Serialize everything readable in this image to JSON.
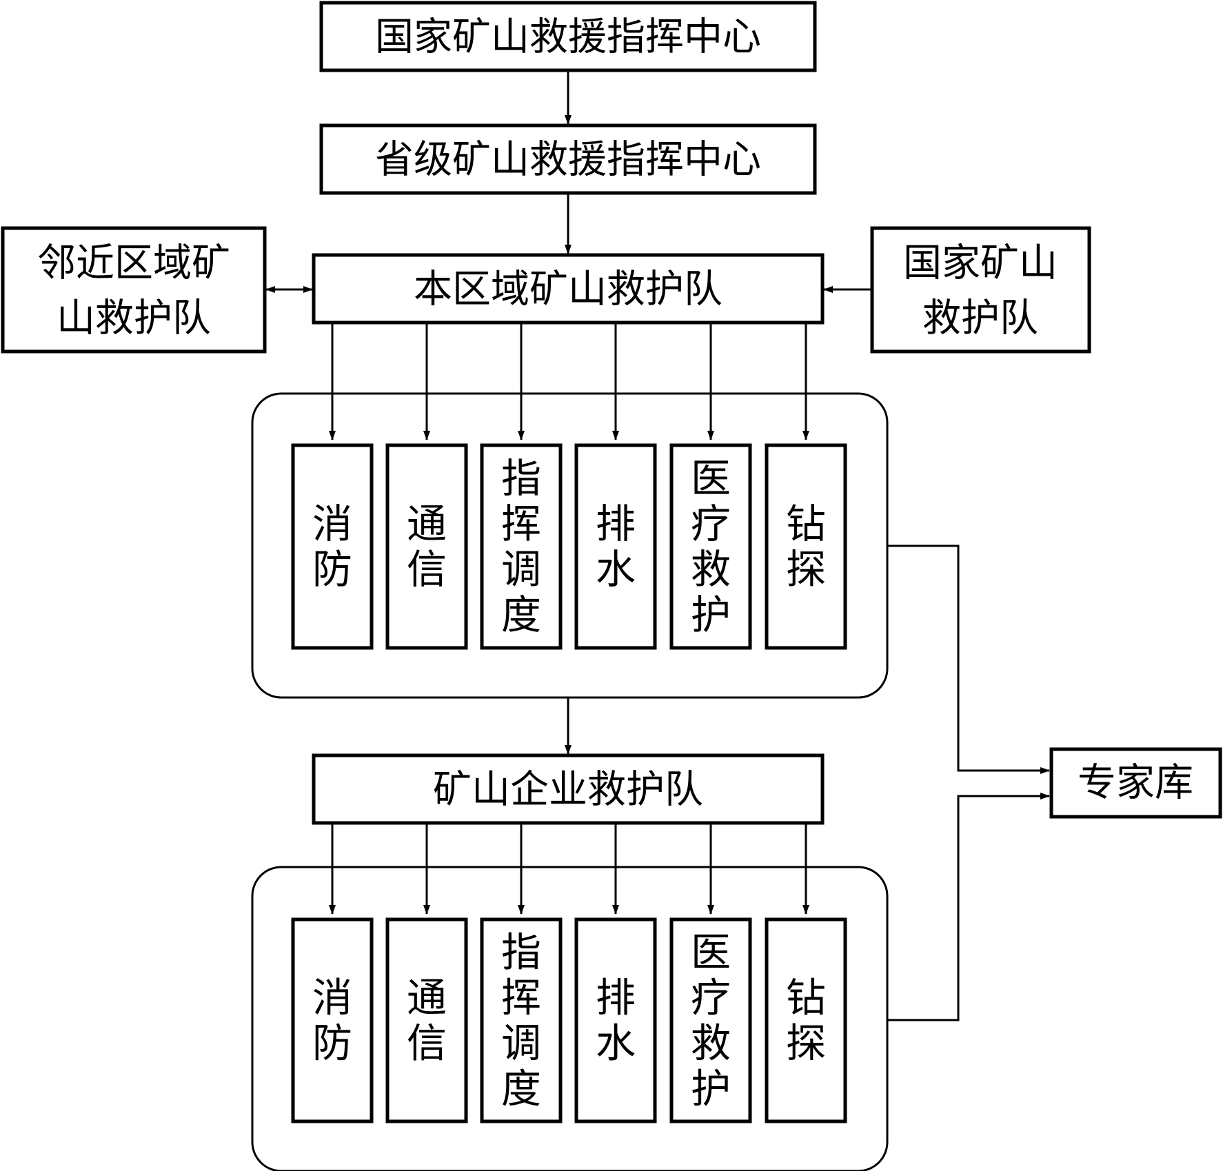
{
  "nodes": {
    "national_center": "国家矿山救援指挥中心",
    "provincial_center": "省级矿山救援指挥中心",
    "regional_team": "本区域矿山救护队",
    "neighbor_team": [
      "邻近区域矿",
      "山救护队"
    ],
    "national_team": [
      "国家矿山",
      "救护队"
    ],
    "enterprise_team": "矿山企业救护队",
    "expert_db": "专家库"
  },
  "units": [
    {
      "id": "fire",
      "chars": [
        "消",
        "防"
      ]
    },
    {
      "id": "communication",
      "chars": [
        "通",
        "信"
      ]
    },
    {
      "id": "dispatch",
      "chars": [
        "指",
        "挥",
        "调",
        "度"
      ]
    },
    {
      "id": "drainage",
      "chars": [
        "排",
        "水"
      ]
    },
    {
      "id": "medical",
      "chars": [
        "医",
        "疗",
        "救",
        "护"
      ]
    },
    {
      "id": "drilling",
      "chars": [
        "钻",
        "探"
      ]
    }
  ]
}
